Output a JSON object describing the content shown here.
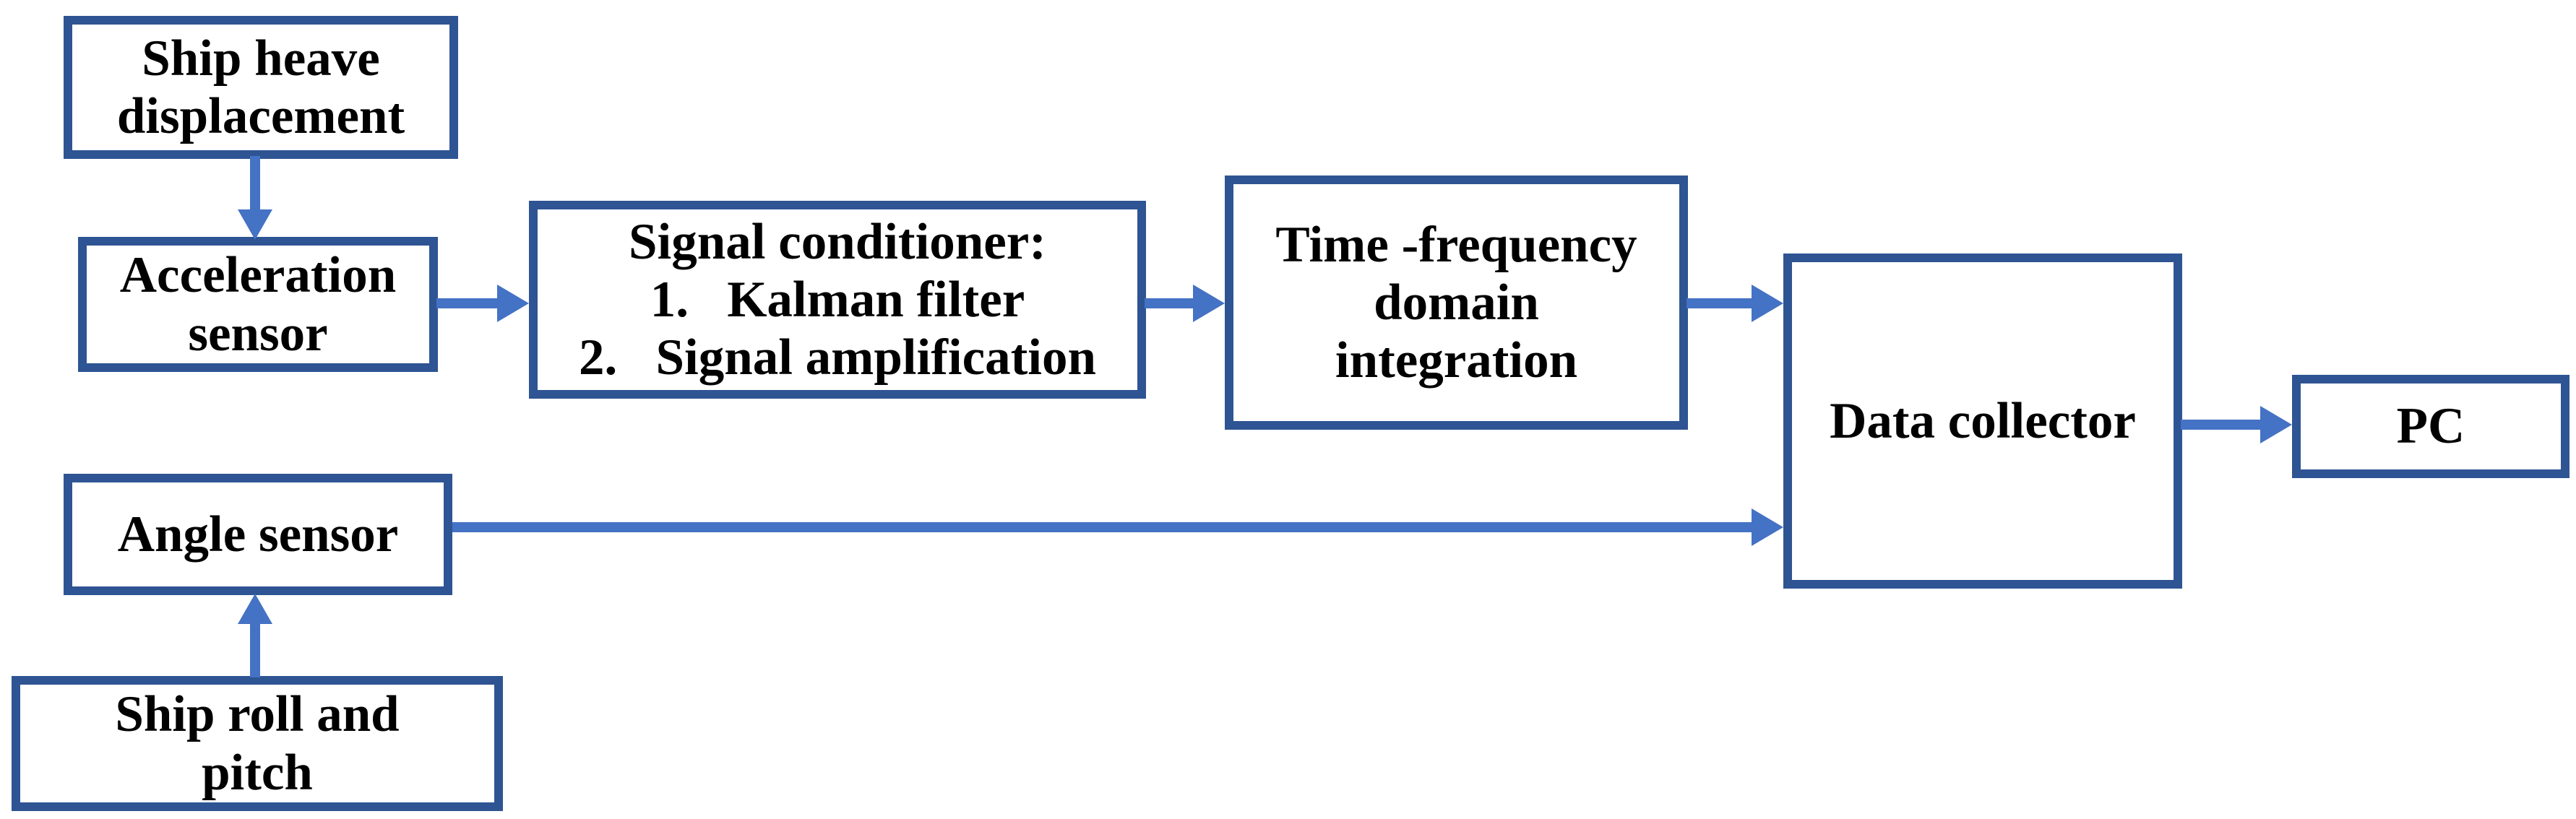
{
  "diagram": {
    "type": "flowchart",
    "nodes": {
      "ship_heave": {
        "label": "Ship heave displacement",
        "lines": [
          "Ship heave",
          "displacement"
        ]
      },
      "accel": {
        "label": "Acceleration sensor",
        "lines": [
          "Acceleration",
          "sensor"
        ]
      },
      "signal": {
        "label": "Signal conditioner: 1. Kalman filter 2. Signal amplification",
        "lines": [
          "Signal conditioner:",
          "1.   Kalman filter",
          "2.   Signal amplification"
        ]
      },
      "tf": {
        "label": "Time -frequency domain integration",
        "lines": [
          "Time -frequency",
          "domain",
          "integration"
        ]
      },
      "dc": {
        "label": "Data collector",
        "lines": [
          "Data collector"
        ]
      },
      "pc": {
        "label": "PC",
        "lines": [
          "PC"
        ]
      },
      "angle": {
        "label": "Angle sensor",
        "lines": [
          "Angle sensor"
        ]
      },
      "roll": {
        "label": "Ship roll and pitch",
        "lines": [
          "Ship roll and",
          "pitch"
        ]
      }
    },
    "edges": [
      {
        "from": "Ship heave displacement",
        "to": "Acceleration sensor"
      },
      {
        "from": "Acceleration sensor",
        "to": "Signal conditioner"
      },
      {
        "from": "Signal conditioner",
        "to": "Time -frequency domain integration"
      },
      {
        "from": "Time -frequency domain integration",
        "to": "Data collector"
      },
      {
        "from": "Data collector",
        "to": "PC"
      },
      {
        "from": "Angle sensor",
        "to": "Data collector"
      },
      {
        "from": "Ship roll and pitch",
        "to": "Angle sensor"
      }
    ]
  },
  "colors": {
    "box_border": "#2E5493",
    "arrow": "#4472C4",
    "text": "#000000",
    "background": "#FFFFFF"
  }
}
